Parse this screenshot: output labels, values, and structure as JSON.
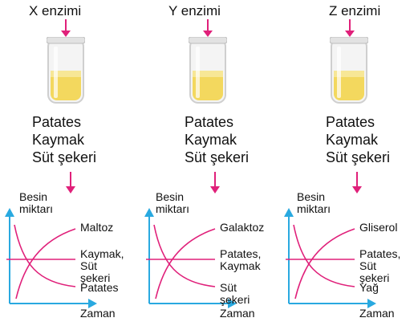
{
  "panels": [
    {
      "enzyme": "X enzimi",
      "contents": [
        "Patates",
        "Kaymak",
        "Süt şekeri"
      ],
      "graph": {
        "ylabel_line1": "Besin",
        "ylabel_line2": "miktarı",
        "xlabel": "Zaman",
        "rising": "Maltoz",
        "constant": [
          "Kaymak,",
          "Süt şekeri"
        ],
        "falling": "Patates"
      }
    },
    {
      "enzyme": "Y enzimi",
      "contents": [
        "Patates",
        "Kaymak",
        "Süt şekeri"
      ],
      "graph": {
        "ylabel_line1": "Besin",
        "ylabel_line2": "miktarı",
        "xlabel": "Zaman",
        "rising": "Galaktoz",
        "constant": [
          "Patates,",
          "Kaymak"
        ],
        "falling": "Süt şekeri"
      }
    },
    {
      "enzyme": "Z enzimi",
      "contents": [
        "Patates",
        "Kaymak",
        "Süt şekeri"
      ],
      "graph": {
        "ylabel_line1": "Besin",
        "ylabel_line2": "miktarı",
        "xlabel": "Zaman",
        "rising": "Gliserol",
        "constant": [
          "Patates,",
          "Süt şekeri"
        ],
        "falling": "Yağ"
      }
    }
  ],
  "colors": {
    "arrow": "#e0207a",
    "axis": "#29a9e0",
    "curve": "#e0207a",
    "liquid": "#f3d85e",
    "tube_glass": "#d8d8d8"
  }
}
